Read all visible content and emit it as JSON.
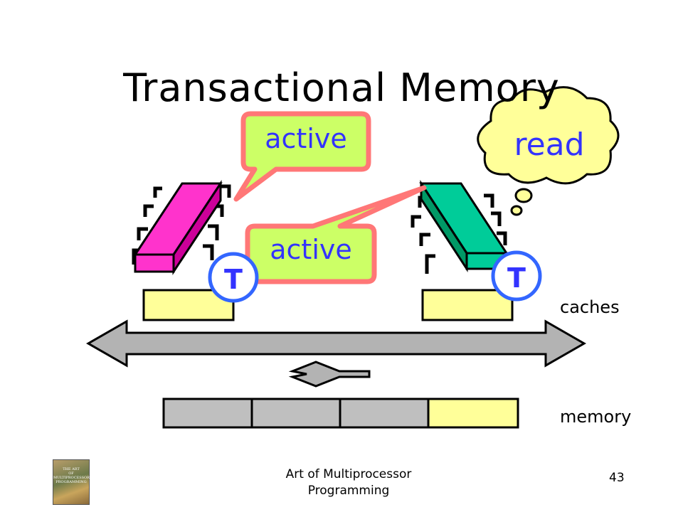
{
  "slide": {
    "title": "Transactional Memory",
    "footer": "Art of Multiprocessor Programming",
    "page_number": "43"
  },
  "book_cover": {
    "title_lines": [
      "THE ART",
      "OF",
      "MULTIPROCESSOR",
      "PROGRAMMING"
    ]
  },
  "labels": {
    "caches": "caches",
    "memory": "memory"
  },
  "callouts": {
    "left_top": "active",
    "left_bottom": "active",
    "thought": "read"
  },
  "processors": {
    "left_marker": "T",
    "right_marker": "T"
  },
  "colors": {
    "left_cpu": "#ff33cc",
    "right_cpu": "#00cc99",
    "callout_fill": "#ccff66",
    "callout_border": "#ff7777",
    "marker_ring": "#3366ff",
    "cache_fill": "#ffff99",
    "memory_fill": "#bfbfbf",
    "bus_fill": "#b3b3b3",
    "text_blue": "#3333ff"
  },
  "memory_cells": [
    "gray",
    "gray",
    "gray",
    "yellow"
  ]
}
